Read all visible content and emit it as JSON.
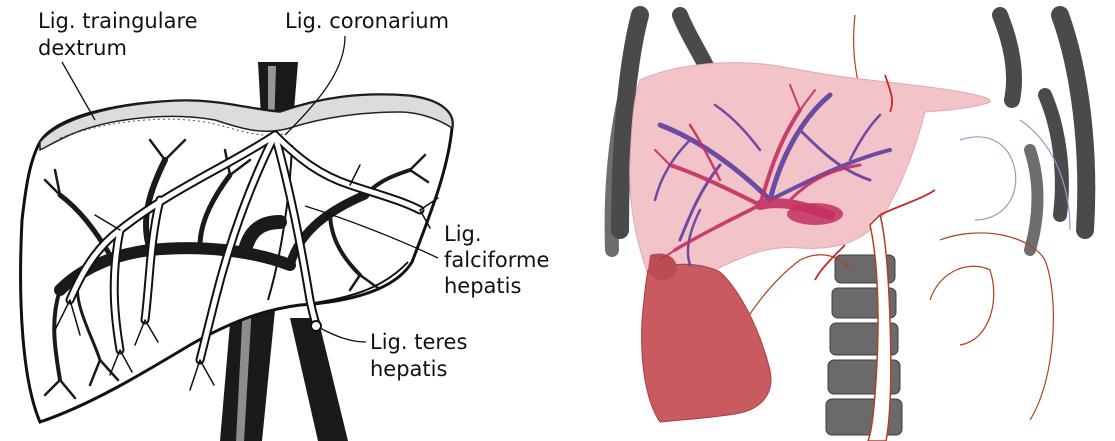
{
  "panels": {
    "drawing": {
      "labels": {
        "triangulare_line1": "Lig. traingulare",
        "triangulare_line2": "dextrum",
        "coronarium": "Lig. coronarium",
        "falciforme_line1": "Lig.",
        "falciforme_line2": "falciforme",
        "falciforme_line3": "hepatis",
        "teres_line1": "Lig. teres",
        "teres_line2": "hepatis"
      }
    },
    "render3d": {
      "colors": {
        "liver": "#f2c3c8",
        "liver_lobe": "#c85a60",
        "portal_vein": "#c2305f",
        "hepatic_vein": "#5e3fa0",
        "bone": "#555555",
        "aorta": "#ffffff",
        "outline": "#b04020"
      }
    }
  }
}
